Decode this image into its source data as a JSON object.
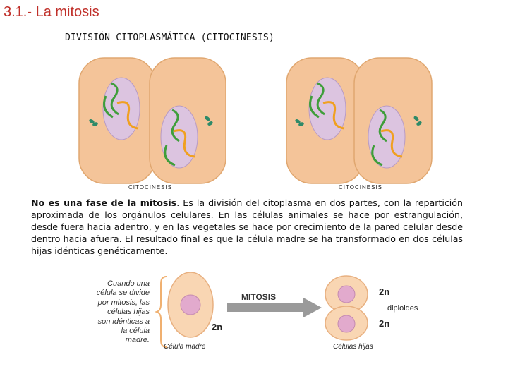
{
  "page": {
    "title": "3.1.- La mitosis",
    "subtitle": "DIVISIÓN CITOPLASMÁTICA (CITOCINESIS)"
  },
  "figure_top": {
    "captions": [
      "CITOCINESIS",
      "CITOCINESIS"
    ],
    "colors": {
      "cell_fill": "#f4c499",
      "cell_stroke": "#e0a770",
      "nucleus_fill": "#dcc4e0",
      "nucleus_stroke": "#b89bc4",
      "chromosome_green": "#3f9e3a",
      "chromosome_orange": "#f0a020",
      "centriole": "#2e8a68"
    }
  },
  "paragraph": {
    "bold_lead": "No es una fase de la mitosis",
    "rest": ". Es la división del citoplasma en dos partes, con la repartición aproximada de los orgánulos celulares. En las células animales se hace por estrangulación, desde fuera hacia adentro, y en las vegetales se hace por crecimiento de la pared celular desde dentro hacia afuera. El resultado final es que la célula madre se ha transformado en dos células hijas idénticas genéticamente."
  },
  "figure_bottom": {
    "note": "Cuando una célula se divide por mitosis, las células hijas son idénticas a la célula madre.",
    "arrow_label": "MITOSIS",
    "mother_label": "Célula madre",
    "mother_ploidy": "2n",
    "daughters_label": "Células hijas",
    "daughter_ploidy_top": "2n",
    "daughter_ploidy_bottom": "2n",
    "daughters_note": "diploides"
  }
}
